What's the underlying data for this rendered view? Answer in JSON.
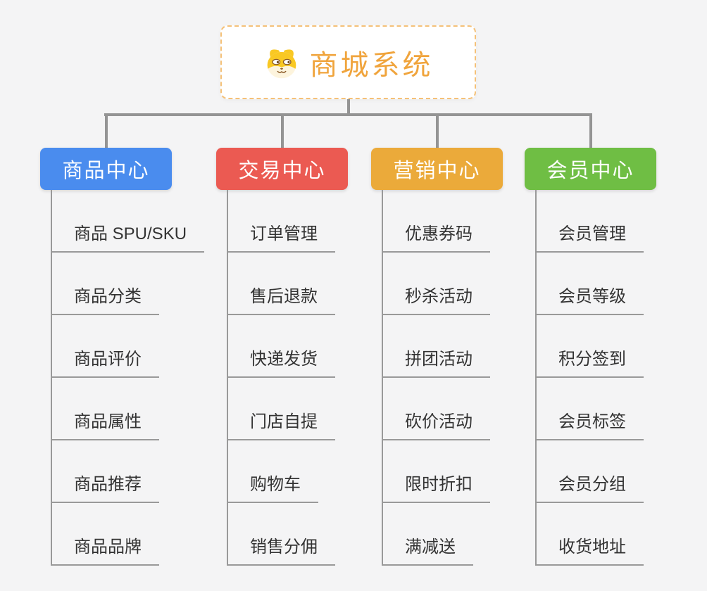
{
  "canvas": {
    "background": "#f4f4f5",
    "connector_color": "#949494",
    "leaf_line_color": "#999999"
  },
  "root": {
    "title": "商城系统",
    "icon": "dog-face-icon",
    "text_color": "#f0a43c",
    "border_color": "#f5c178"
  },
  "branches": [
    {
      "label": "商品中心",
      "color": "#4a8cee",
      "children": [
        "商品 SPU/SKU",
        "商品分类",
        "商品评价",
        "商品属性",
        "商品推荐",
        "商品品牌"
      ]
    },
    {
      "label": "交易中心",
      "color": "#eb5a52",
      "children": [
        "订单管理",
        "售后退款",
        "快递发货",
        "门店自提",
        "购物车",
        "销售分佣"
      ]
    },
    {
      "label": "营销中心",
      "color": "#ebaa3a",
      "children": [
        "优惠券码",
        "秒杀活动",
        "拼团活动",
        "砍价活动",
        "限时折扣",
        "满减送"
      ]
    },
    {
      "label": "会员中心",
      "color": "#6fbe44",
      "children": [
        "会员管理",
        "会员等级",
        "积分签到",
        "会员标签",
        "会员分组",
        "收货地址"
      ]
    }
  ]
}
